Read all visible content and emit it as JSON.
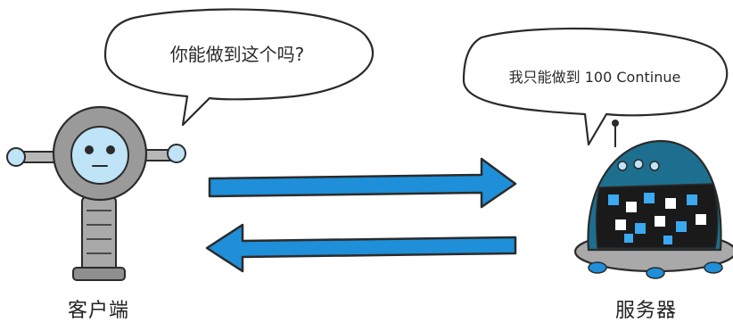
{
  "client": {
    "speech": "你能做到这个吗?",
    "label": "客户端"
  },
  "server": {
    "speech": "我只能做到 100 Continue",
    "label": "服务器"
  },
  "colors": {
    "arrow": "#1e8fd8",
    "arrow_outline": "#2b2b2b",
    "robot_gray": "#a9a9a9",
    "robot_face": "#bfe3f7",
    "server_body": "#1d6f8f",
    "server_panel": "#1a1a1a",
    "pixel_blue": "#3aa9f0"
  },
  "icons": [
    "client-robot-icon",
    "server-robot-icon",
    "right-arrow-icon",
    "left-arrow-icon"
  ]
}
